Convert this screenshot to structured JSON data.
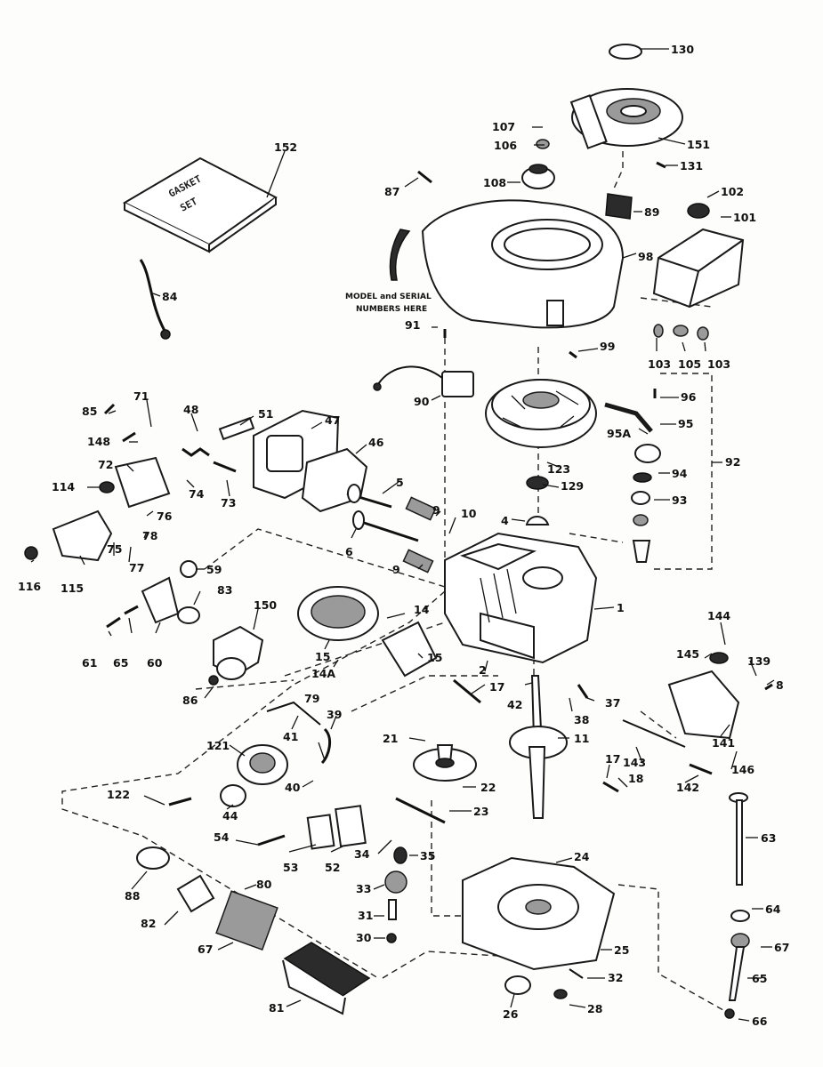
{
  "diagram": {
    "note": [
      "MODEL and SERIAL",
      "NUMBERS HERE"
    ],
    "kit_label": [
      "GASKET",
      "SET"
    ],
    "callouts": {
      "c130": "130",
      "c107": "107",
      "c106": "106",
      "c151": "151",
      "c131": "131",
      "c152": "152",
      "c108": "108",
      "c87": "87",
      "c102": "102",
      "c89": "89",
      "c101": "101",
      "c98": "98",
      "c84": "84",
      "c91": "91",
      "c99": "99",
      "c103a": "103",
      "c105": "105",
      "c103b": "103",
      "c96": "96",
      "c90": "90",
      "c95": "95",
      "c95a": "95A",
      "c92": "92",
      "c71": "71",
      "c85": "85",
      "c48": "48",
      "c51": "51",
      "c47": "47",
      "c148": "148",
      "c46": "46",
      "c72": "72",
      "c114": "114",
      "c74": "74",
      "c73": "73",
      "c5": "5",
      "c123": "123",
      "c94": "94",
      "c129": "129",
      "c93": "93",
      "c76": "76",
      "c78": "78",
      "c75": "75",
      "c77": "77",
      "c116": "116",
      "c115": "115",
      "c59": "59",
      "c9a": "9",
      "c10": "10",
      "c4": "4",
      "c6": "6",
      "c9b": "9",
      "c83": "83",
      "c150": "150",
      "c14": "14",
      "c1": "1",
      "c61": "61",
      "c65": "65",
      "c60": "60",
      "c15a": "15",
      "c14a": "14A",
      "c15b": "15",
      "c2": "2",
      "c144": "144",
      "c145": "145",
      "c139": "139",
      "c8": "8",
      "c86": "86",
      "c79": "79",
      "c17a": "17",
      "c42": "42",
      "c37": "37",
      "c38": "38",
      "c39": "39",
      "c41": "41",
      "c121": "121",
      "c21": "21",
      "c11": "11",
      "c141": "141",
      "c143": "143",
      "c146": "146",
      "c40": "40",
      "c17b": "17",
      "c22": "22",
      "c18": "18",
      "c142": "142",
      "c122": "122",
      "c44": "44",
      "c23": "23",
      "c63": "63",
      "c54": "54",
      "c53": "53",
      "c52": "52",
      "c34": "34",
      "c35": "35",
      "c24": "24",
      "c80": "80",
      "c88": "88",
      "c33": "33",
      "c82": "82",
      "c64": "64",
      "c31": "31",
      "c30": "30",
      "c67a": "67",
      "c67b": "67",
      "c25": "25",
      "c65b": "65",
      "c32": "32",
      "c81": "81",
      "c26": "26",
      "c28": "28",
      "c66": "66"
    }
  }
}
